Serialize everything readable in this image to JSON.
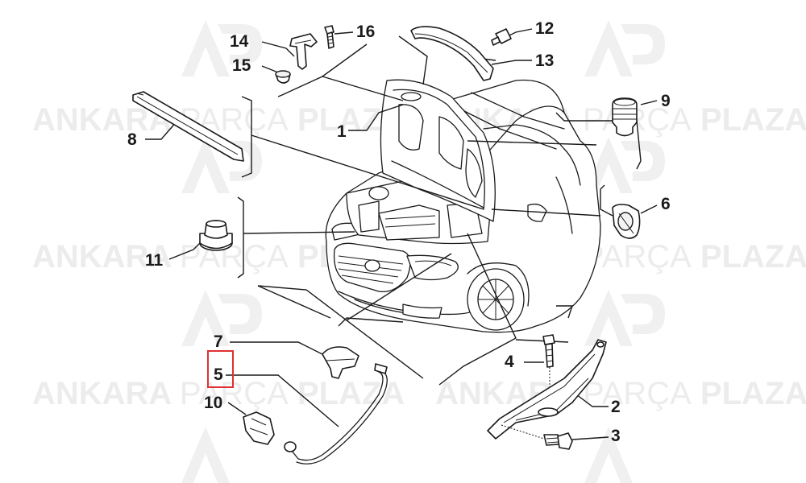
{
  "watermark": {
    "brand_left": "ANKARA",
    "brand_mid": "PARÇA",
    "brand_right": "PLAZA",
    "logo_letters": "AP"
  },
  "highlight_color": "#e03030",
  "callouts": [
    {
      "id": "1",
      "label": "1"
    },
    {
      "id": "2",
      "label": "2"
    },
    {
      "id": "3",
      "label": "3"
    },
    {
      "id": "4",
      "label": "4"
    },
    {
      "id": "5",
      "label": "5",
      "highlighted": true
    },
    {
      "id": "6",
      "label": "6"
    },
    {
      "id": "7",
      "label": "7"
    },
    {
      "id": "8",
      "label": "8"
    },
    {
      "id": "9",
      "label": "9"
    },
    {
      "id": "10",
      "label": "10"
    },
    {
      "id": "11",
      "label": "11"
    },
    {
      "id": "12",
      "label": "12"
    },
    {
      "id": "13",
      "label": "13"
    },
    {
      "id": "14",
      "label": "14"
    },
    {
      "id": "15",
      "label": "15"
    },
    {
      "id": "16",
      "label": "16"
    }
  ]
}
